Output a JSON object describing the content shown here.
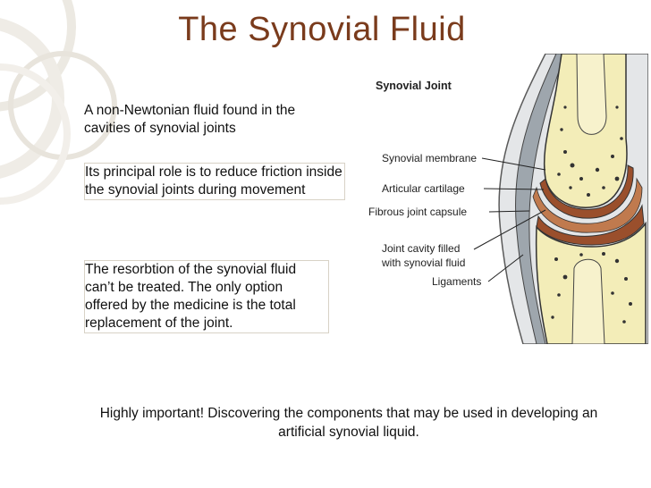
{
  "slide": {
    "title": "The Synovial Fluid",
    "paragraphs": [
      "A non-Newtonian fluid found in the cavities of synovial joints",
      "Its principal role is to reduce friction inside the synovial joints during movement",
      "The resorbtion of the synovial fluid can’t be treated.  The only option offered by the medicine is the total replacement of the joint."
    ],
    "bottom_note": "Highly important! Discovering the components that may be used in developing an artificial synovial liquid."
  },
  "diagram": {
    "title": "Synovial Joint",
    "labels": {
      "synovial_membrane": "Synovial membrane",
      "articular_cartilage": "Articular cartilage",
      "fibrous_joint_capsule": "Fibrous joint capsule",
      "joint_cavity_line1": "Joint cavity filled",
      "joint_cavity_line2": "with synovial fluid",
      "ligaments": "Ligaments"
    },
    "colors": {
      "bone": "#f3edb8",
      "cartilage": "#9a4f2c",
      "capsule": "#9ea6ad",
      "title_text": "#7a3b1c"
    }
  }
}
